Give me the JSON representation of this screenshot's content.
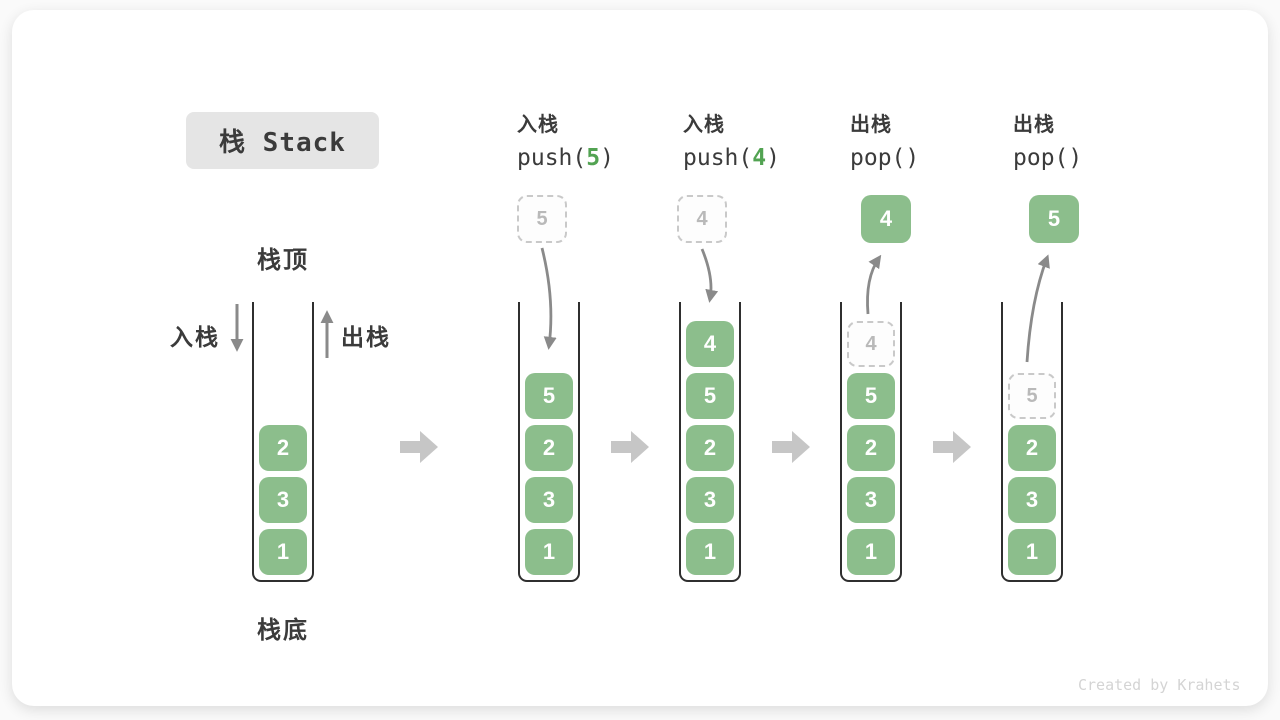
{
  "page": {
    "title_box": "栈 Stack",
    "watermark": "Created by Krahets"
  },
  "legend": {
    "stack_top": "栈顶",
    "stack_bottom": "栈底",
    "push_side": "入栈",
    "pop_side": "出栈"
  },
  "operations": [
    {
      "name": "入栈",
      "code_open": "push(",
      "code_arg": "5",
      "code_close": ")"
    },
    {
      "name": "入栈",
      "code_open": "push(",
      "code_arg": "4",
      "code_close": ")"
    },
    {
      "name": "出栈",
      "code_open": "pop(",
      "code_arg": "",
      "code_close": ")"
    },
    {
      "name": "出栈",
      "code_open": "pop(",
      "code_arg": "",
      "code_close": ")"
    }
  ],
  "stacks": [
    {
      "cells": [
        "2",
        "3",
        "1"
      ]
    },
    {
      "floating": "5",
      "cells": [
        "5",
        "2",
        "3",
        "1"
      ]
    },
    {
      "floating": "4",
      "cells": [
        "4",
        "5",
        "2",
        "3",
        "1"
      ]
    },
    {
      "floating": "4",
      "ghost": "4",
      "cells": [
        "5",
        "2",
        "3",
        "1"
      ]
    },
    {
      "floating": "5",
      "ghost": "5",
      "cells": [
        "2",
        "3",
        "1"
      ]
    }
  ],
  "colors": {
    "green": "#8cbe8c",
    "accent": "#52a352",
    "ink": "#3b3b3b",
    "frame": "#2f2f2f",
    "arrow": "#8a8a8a",
    "block": "#c6c6c6",
    "ghost_border": "#c9c9c9",
    "ghost_text": "#b9b9b9",
    "title_bg": "#e5e5e5",
    "watermark": "#d4d4d4"
  }
}
